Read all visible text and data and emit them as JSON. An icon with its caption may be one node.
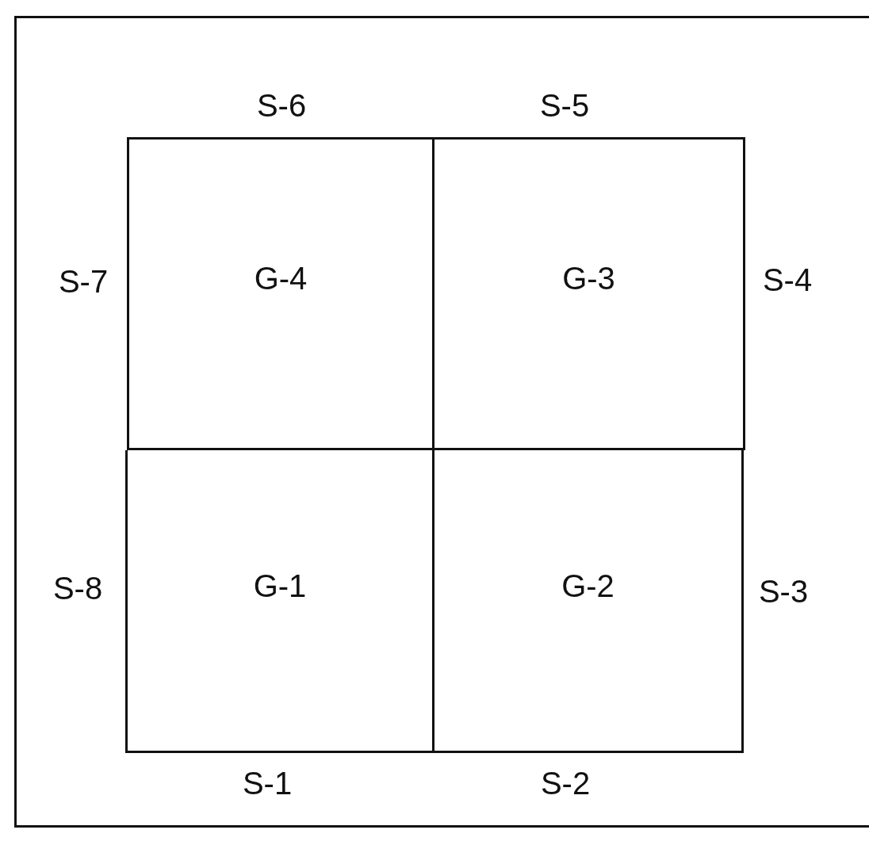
{
  "diagram": {
    "nodes": [
      {
        "text": [
          "G-4"
        ]
      },
      {
        "text": [
          "G-3"
        ]
      },
      {
        "text": [
          "G-1"
        ]
      },
      {
        "text": [
          "G-2"
        ]
      }
    ],
    "labels": [
      "S-6",
      "S-5",
      "S-7",
      "S-4",
      "S-8",
      "S-3",
      "S-1",
      "S-2"
    ]
  }
}
